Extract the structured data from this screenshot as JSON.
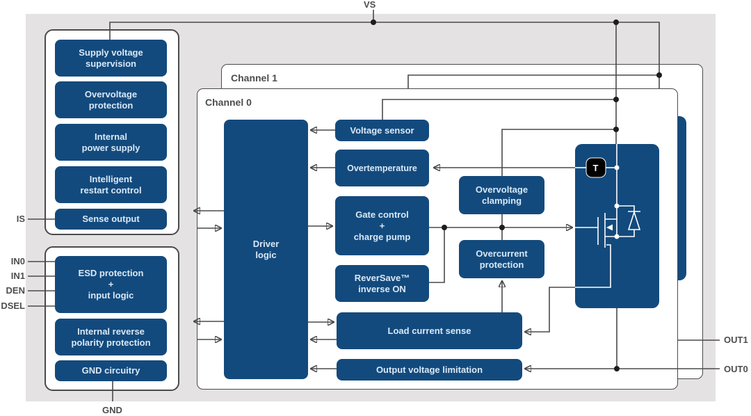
{
  "pins": {
    "vs": "VS",
    "is": "IS",
    "in0": "IN0",
    "in1": "IN1",
    "den": "DEN",
    "dsel": "DSEL",
    "gnd": "GND",
    "out1": "OUT1",
    "out0": "OUT0"
  },
  "channels": {
    "ch1": "Channel 1",
    "ch0": "Channel 0"
  },
  "blocks": {
    "supply_voltage_supervision": "Supply voltage\nsupervision",
    "overvoltage_protection": "Overvoltage\nprotection",
    "internal_power_supply": "Internal\npower supply",
    "intelligent_restart_control": "Intelligent\nrestart control",
    "sense_output": "Sense output",
    "esd_input_logic": "ESD protection\n+\ninput logic",
    "internal_reverse_polarity": "Internal reverse\npolarity protection",
    "gnd_circuitry": "GND circuitry",
    "driver_logic": "Driver\nlogic",
    "voltage_sensor": "Voltage sensor",
    "overtemperature": "Overtemperature",
    "gate_control": "Gate control\n+\ncharge pump",
    "reversave": "ReverSave™\ninverse ON",
    "load_current_sense": "Load current sense",
    "output_voltage_limitation": "Output voltage limitation",
    "overvoltage_clamping": "Overvoltage\nclamping",
    "overcurrent_protection": "Overcurrent\nprotection"
  },
  "power_stage": {
    "temp_sensor_label": "T"
  },
  "colors": {
    "block_blue": "#134a7d",
    "panel_gray": "#e4e2e3",
    "line": "#4a4a4c",
    "block_text": "#d9e8f6",
    "label_text": "#4d4d4f"
  }
}
